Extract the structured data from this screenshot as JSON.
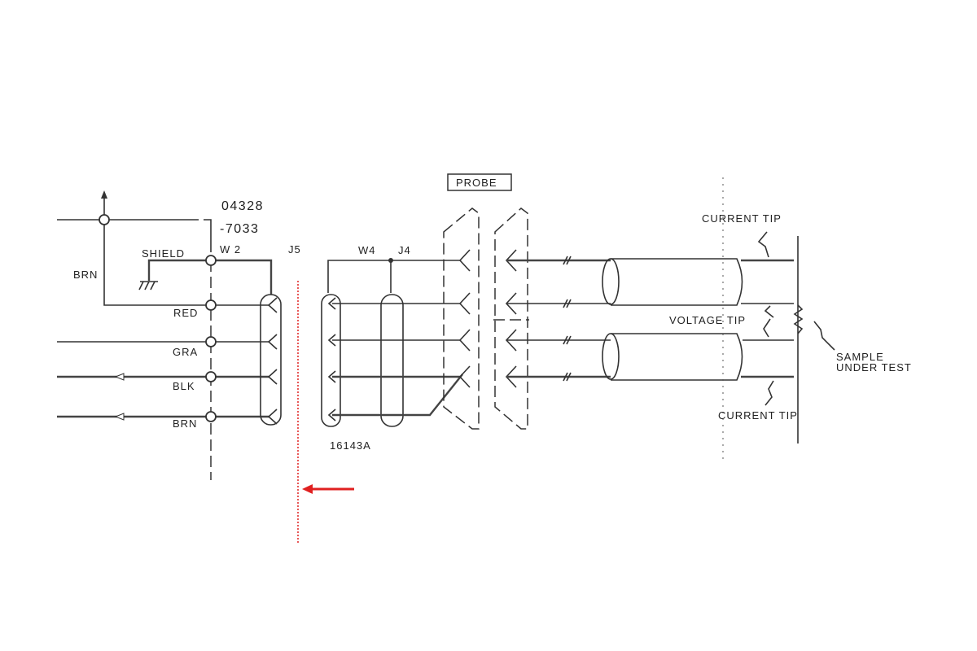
{
  "labels": {
    "part_number_line1": "04328",
    "part_number_line2": "-7033",
    "shield": "SHIELD",
    "w2": "W 2",
    "j5": "J5",
    "brn_left": "BRN",
    "red": "RED",
    "gra": "GRA",
    "blk": "BLK",
    "brn": "BRN",
    "w4": "W4",
    "j4": "J4",
    "fixture_part": "16143A",
    "probe": "PROBE",
    "current_tip_top": "CURRENT TIP",
    "voltage_tip": "VOLTAGE TIP",
    "sample_line1": "SAMPLE",
    "sample_line2": "UNDER TEST",
    "current_tip_bottom": "CURRENT TIP"
  },
  "colors": {
    "annotation": "#e02020",
    "ink": "#333333"
  }
}
